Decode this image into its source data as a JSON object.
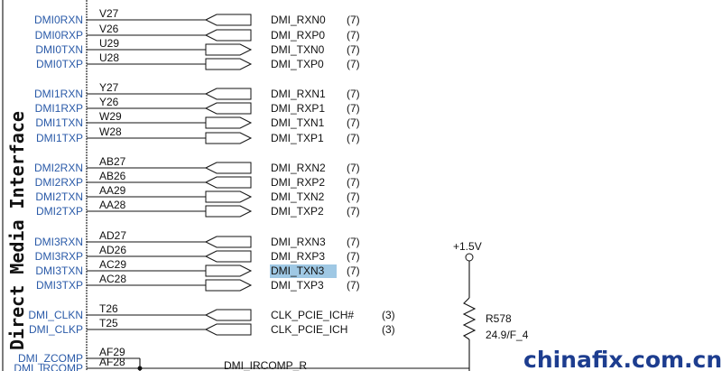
{
  "block_title": "Direct Media Interface",
  "pins": [
    {
      "name": "DMI0RXN",
      "ball": "V27",
      "net": "DMI_RXN0",
      "ref": "(7)",
      "dir": "in"
    },
    {
      "name": "DMI0RXP",
      "ball": "V26",
      "net": "DMI_RXP0",
      "ref": "(7)",
      "dir": "in"
    },
    {
      "name": "DMI0TXN",
      "ball": "U29",
      "net": "DMI_TXN0",
      "ref": "(7)",
      "dir": "out"
    },
    {
      "name": "DMI0TXP",
      "ball": "U28",
      "net": "DMI_TXP0",
      "ref": "(7)",
      "dir": "out"
    },
    {
      "name": "DMI1RXN",
      "ball": "Y27",
      "net": "DMI_RXN1",
      "ref": "(7)",
      "dir": "in"
    },
    {
      "name": "DMI1RXP",
      "ball": "Y26",
      "net": "DMI_RXP1",
      "ref": "(7)",
      "dir": "in"
    },
    {
      "name": "DMI1TXN",
      "ball": "W29",
      "net": "DMI_TXN1",
      "ref": "(7)",
      "dir": "out"
    },
    {
      "name": "DMI1TXP",
      "ball": "W28",
      "net": "DMI_TXP1",
      "ref": "(7)",
      "dir": "out"
    },
    {
      "name": "DMI2RXN",
      "ball": "AB27",
      "net": "DMI_RXN2",
      "ref": "(7)",
      "dir": "in"
    },
    {
      "name": "DMI2RXP",
      "ball": "AB26",
      "net": "DMI_RXP2",
      "ref": "(7)",
      "dir": "in"
    },
    {
      "name": "DMI2TXN",
      "ball": "AA29",
      "net": "DMI_TXN2",
      "ref": "(7)",
      "dir": "out"
    },
    {
      "name": "DMI2TXP",
      "ball": "AA28",
      "net": "DMI_TXP2",
      "ref": "(7)",
      "dir": "out"
    },
    {
      "name": "DMI3RXN",
      "ball": "AD27",
      "net": "DMI_RXN3",
      "ref": "(7)",
      "dir": "in"
    },
    {
      "name": "DMI3RXP",
      "ball": "AD26",
      "net": "DMI_RXP3",
      "ref": "(7)",
      "dir": "in"
    },
    {
      "name": "DMI3TXN",
      "ball": "AC29",
      "net": "DMI_TXN3",
      "ref": "(7)",
      "dir": "out",
      "highlighted": true
    },
    {
      "name": "DMI3TXP",
      "ball": "AC28",
      "net": "DMI_TXP3",
      "ref": "(7)",
      "dir": "out"
    },
    {
      "name": "DMI_CLKN",
      "ball": "T26",
      "net": "CLK_PCIE_ICH#",
      "ref": "(3)",
      "dir": "in"
    },
    {
      "name": "DMI_CLKP",
      "ball": "T25",
      "net": "CLK_PCIE_ICH",
      "ref": "(3)",
      "dir": "in"
    },
    {
      "name": "DMI_ZCOMP",
      "ball": "AF29"
    },
    {
      "name": "DMI_IRCOMP",
      "ball": "AF28",
      "net": "DMI_IRCOMP_R"
    }
  ],
  "resistor": {
    "ref": "R578",
    "value": "24.9/F_4"
  },
  "supply": {
    "label": "+1.5V"
  },
  "highlight_color": "#9fc8e4",
  "watermark": "chinafix.com.cn"
}
